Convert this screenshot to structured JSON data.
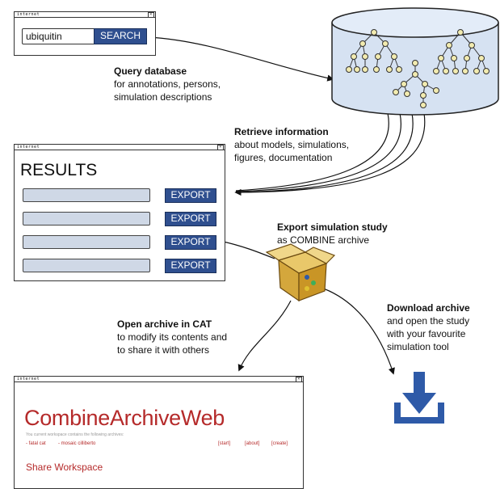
{
  "search_window": {
    "title": "internet",
    "query": "ubiquitin",
    "search_label": "SEARCH"
  },
  "step_query": {
    "title": "Query database",
    "lines": [
      "for annotations, persons,",
      "simulation descriptions"
    ]
  },
  "step_retrieve": {
    "title": "Retrieve information",
    "lines": [
      "about models, simulations,",
      "figures, documentation"
    ]
  },
  "results_window": {
    "title": "internet",
    "heading": "RESULTS",
    "export_labels": [
      "EXPORT",
      "EXPORT",
      "EXPORT",
      "EXPORT"
    ]
  },
  "step_export": {
    "title": "Export simulation study",
    "lines": [
      "as COMBINE archive"
    ]
  },
  "step_open": {
    "title": "Open archive in CAT",
    "lines": [
      "to modify its contents and",
      "to share it with others"
    ]
  },
  "step_download": {
    "title": "Download archive",
    "lines": [
      "and open the study",
      "with your favourite",
      "simulation tool"
    ]
  },
  "cat_window": {
    "title": "internet",
    "app_title": "CombineArchiveWeb",
    "subtitle": "You current workspace contains the following archives:",
    "links": [
      "- fatal cat",
      "- mosaic cilliberto"
    ],
    "nav": [
      "[start]",
      "[about]",
      "[create]"
    ],
    "section": "Share Workspace"
  },
  "colors": {
    "button": "#2f4f8f",
    "download_icon": "#2e5aa8",
    "cat_title": "#b52a2a",
    "database": "#d6e2f2",
    "node": "#f2ebb0"
  }
}
